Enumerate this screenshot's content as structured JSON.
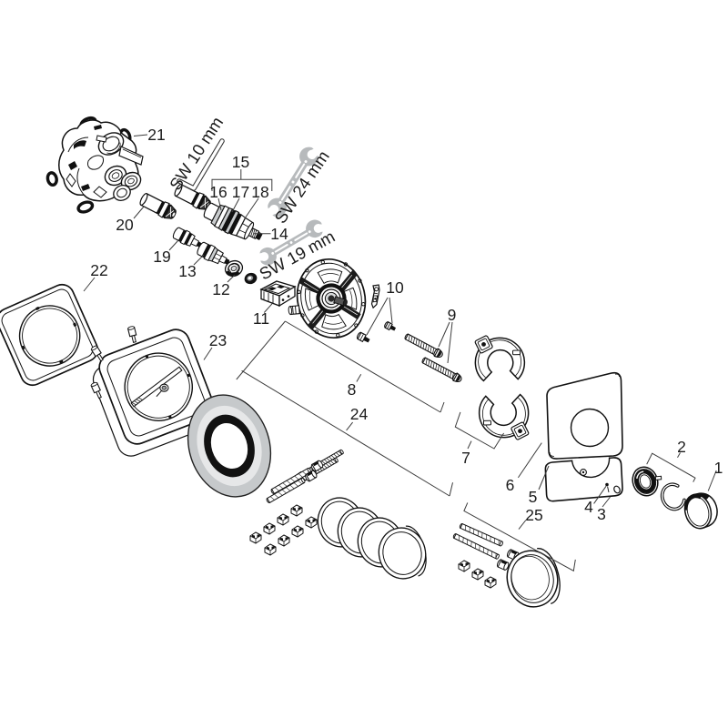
{
  "document": {
    "type": "exploded-parts-diagram",
    "background": "#ffffff"
  },
  "colors": {
    "line": "#1a1a1a",
    "leader": "#3c3c3c",
    "metal_gray": "#b7babc",
    "disc_outer_gray": "#c6c9cb",
    "disc_inner_gray": "#e6e7e8",
    "dark_fill": "#111111"
  },
  "tool_labels": {
    "hex_key": "SW 10 mm",
    "wrench_24": "SW 24 mm",
    "wrench_19": "SW 19 mm"
  },
  "part_labels": {
    "p1": "1",
    "p2": "2",
    "p3": "3",
    "p4": "4",
    "p5": "5",
    "p6": "6",
    "p7": "7",
    "p8": "8",
    "p9": "9",
    "p10": "10",
    "p11": "11",
    "p12": "12",
    "p13": "13",
    "p14": "14",
    "p15": "15",
    "p16": "16",
    "p17": "17",
    "p18": "18",
    "p19": "19",
    "p20": "20",
    "p21": "21",
    "p22": "22",
    "p23": "23",
    "p24": "24",
    "p25": "25"
  }
}
